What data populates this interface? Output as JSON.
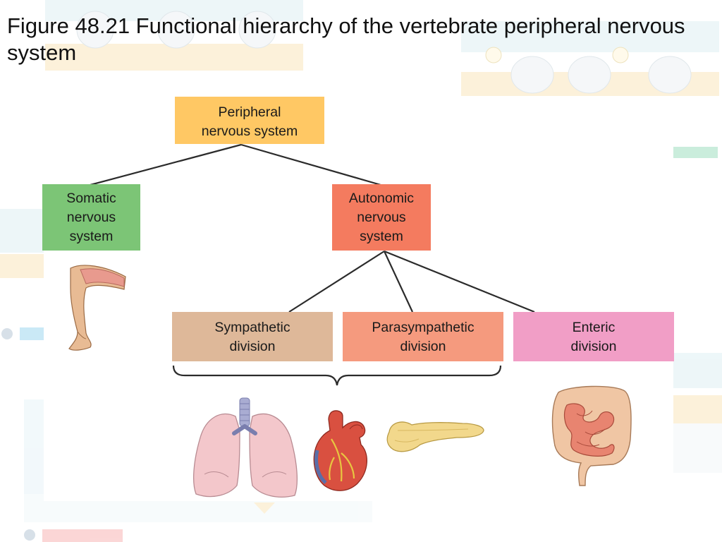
{
  "title": "Figure 48.21 Functional hierarchy of the vertebrate peripheral nervous system",
  "nodes": {
    "peripheral": "Peripheral\nnervous system",
    "somatic": "Somatic\nnervous\nsystem",
    "autonomic": "Autonomic\nnervous\nsystem",
    "sympathetic": "Sympathetic\ndivision",
    "parasympathetic": "Parasympathetic\ndivision",
    "enteric": "Enteric\ndivision"
  },
  "colors": {
    "peripheral": "#ffc864",
    "somatic": "#7cc576",
    "autonomic": "#f47b5f",
    "sympathetic": "#deb899",
    "parasympathetic": "#f59a7e",
    "enteric": "#f19ec6",
    "connector": "#2b2b2b"
  },
  "icons": [
    "leg-illustration",
    "lungs-illustration",
    "heart-illustration",
    "pancreas-illustration",
    "intestine-illustration"
  ]
}
